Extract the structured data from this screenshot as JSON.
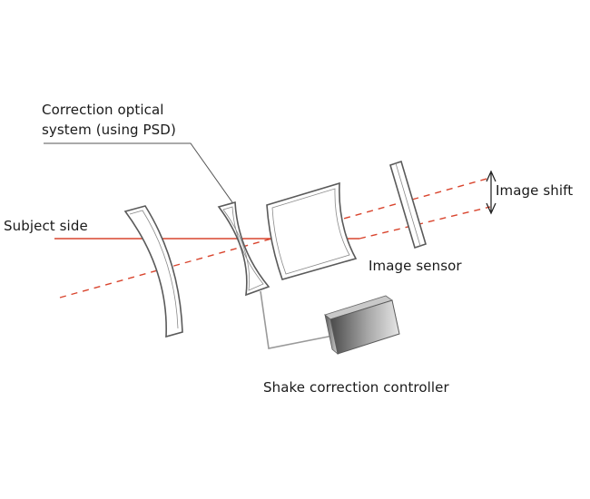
{
  "labels": {
    "correction_line1": "Correction optical",
    "correction_line2": "system (using PSD)",
    "subject_side": "Subject side",
    "image_shift": "Image shift",
    "image_sensor": "Image sensor",
    "controller": "Shake correction controller"
  },
  "colors": {
    "ray": "#d9452e",
    "outline": "#5a5a5a",
    "connector": "#9a9a9a",
    "text": "#1a1a1a"
  }
}
